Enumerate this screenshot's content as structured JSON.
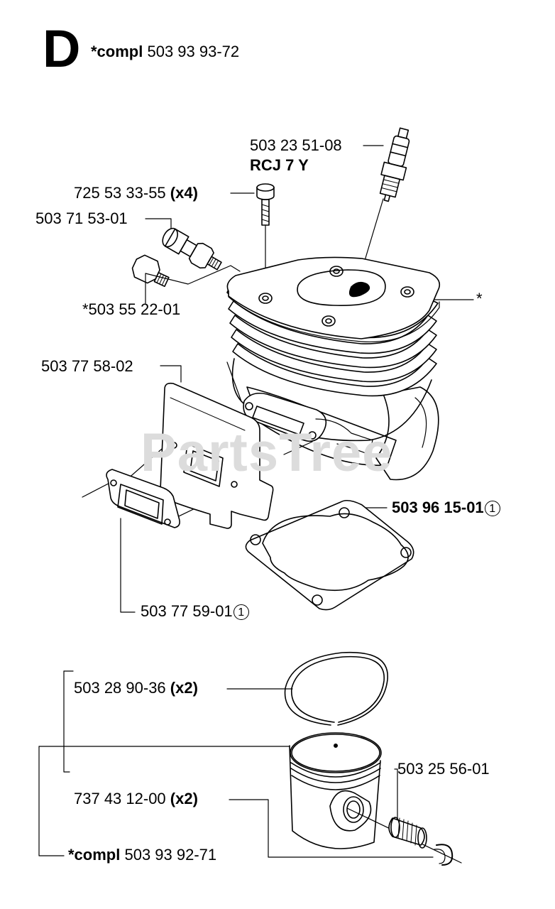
{
  "header": {
    "section_letter": "D",
    "compl_prefix": "*compl",
    "compl_number": "503 93 93-72"
  },
  "watermark": "PartsTree",
  "parts": {
    "spark_plug": {
      "number": "503 23 51-08",
      "type": "RCJ 7 Y"
    },
    "screw": {
      "number": "725 53 33-55",
      "qty": "(x4)"
    },
    "decompression_valve": {
      "number": "503 71 53-01"
    },
    "plug": {
      "number": "*503 55 22-01"
    },
    "cylinder": {
      "marker": "*"
    },
    "heat_shield": {
      "number": "503 77 58-02"
    },
    "base_gasket": {
      "number": "503 96 15-01",
      "note": "1"
    },
    "exhaust_gasket": {
      "number": "503 77 59-01",
      "note": "1"
    },
    "piston_ring": {
      "number": "503 28 90-36",
      "qty": "(x2)"
    },
    "needle_bearing": {
      "number": "503 25 56-01"
    },
    "circlip": {
      "number": "737 43 12-00",
      "qty": "(x2)"
    },
    "piston_kit": {
      "prefix": "*compl",
      "number": "503 93 92-71"
    }
  }
}
